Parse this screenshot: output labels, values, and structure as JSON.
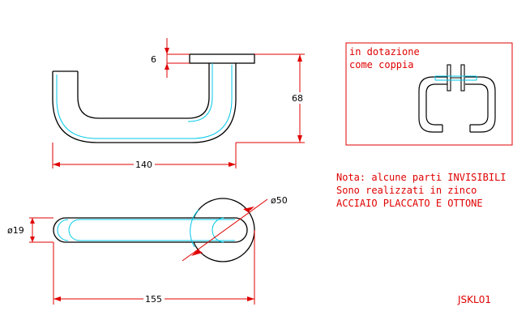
{
  "colors": {
    "outline": "#000000",
    "hidden": "#00c8e8",
    "dimension": "#e00000",
    "text": "#e00000",
    "background": "#ffffff"
  },
  "dimensions": {
    "thickness": "6",
    "height": "68",
    "length_top": "140",
    "diameter_bar": "ø19",
    "diameter_rosette": "ø50",
    "length_bottom": "155"
  },
  "inset": {
    "line1": "in dotazione",
    "line2": "come coppia"
  },
  "note": {
    "line1": "Nota: alcune parti INVISIBILI",
    "line2": "Sono realizzati in zinco",
    "line3": "ACCIAIO PLACCATO E OTTONE"
  },
  "drawing_code": "JSKL01"
}
